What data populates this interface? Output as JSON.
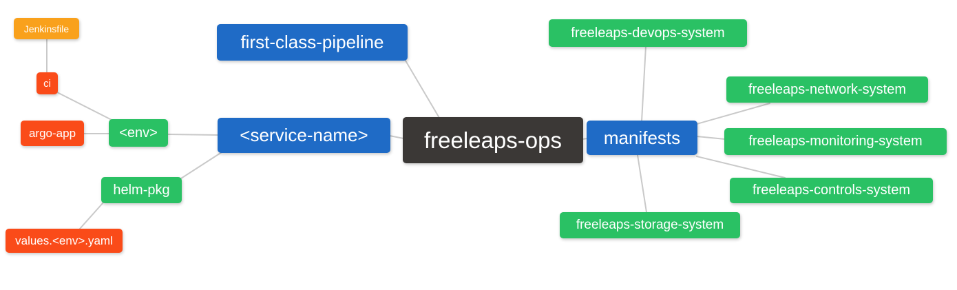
{
  "palette": {
    "root_bg": "#3b3836",
    "branch_bg": "#1f6bc6",
    "sub_bg": "#2ac164",
    "leaf_red_bg": "#fa4b19",
    "leaf_orange_bg": "#f9a11c",
    "edge": "#c9c9c9",
    "node_text": "#ffffff",
    "canvas_bg": "#ffffff"
  },
  "mindmap": {
    "root": {
      "label": "freeleaps-ops"
    },
    "nodes": {
      "first_class_pipeline": {
        "label": "first-class-pipeline"
      },
      "service_name": {
        "label": "<service-name>"
      },
      "env": {
        "label": "<env>"
      },
      "ci": {
        "label": "ci"
      },
      "jenkinsfile": {
        "label": "Jenkinsfile"
      },
      "argo_app": {
        "label": "argo-app"
      },
      "helm_pkg": {
        "label": "helm-pkg"
      },
      "values_env_yaml": {
        "label": "values.<env>.yaml"
      },
      "manifests": {
        "label": "manifests"
      },
      "devops_system": {
        "label": "freeleaps-devops-system"
      },
      "network_system": {
        "label": "freeleaps-network-system"
      },
      "monitoring_system": {
        "label": "freeleaps-monitoring-system"
      },
      "controls_system": {
        "label": "freeleaps-controls-system"
      },
      "storage_system": {
        "label": "freeleaps-storage-system"
      }
    },
    "edges": [
      {
        "from": "jenkinsfile",
        "to": "ci"
      },
      {
        "from": "ci",
        "to": "env"
      },
      {
        "from": "argo_app",
        "to": "env"
      },
      {
        "from": "env",
        "to": "service_name"
      },
      {
        "from": "helm_pkg",
        "to": "service_name"
      },
      {
        "from": "values_env_yaml",
        "to": "helm_pkg"
      },
      {
        "from": "first_class_pipeline",
        "to": "root"
      },
      {
        "from": "service_name",
        "to": "root"
      },
      {
        "from": "root",
        "to": "manifests"
      },
      {
        "from": "manifests",
        "to": "devops_system"
      },
      {
        "from": "manifests",
        "to": "network_system"
      },
      {
        "from": "manifests",
        "to": "monitoring_system"
      },
      {
        "from": "manifests",
        "to": "controls_system"
      },
      {
        "from": "manifests",
        "to": "storage_system"
      }
    ]
  }
}
